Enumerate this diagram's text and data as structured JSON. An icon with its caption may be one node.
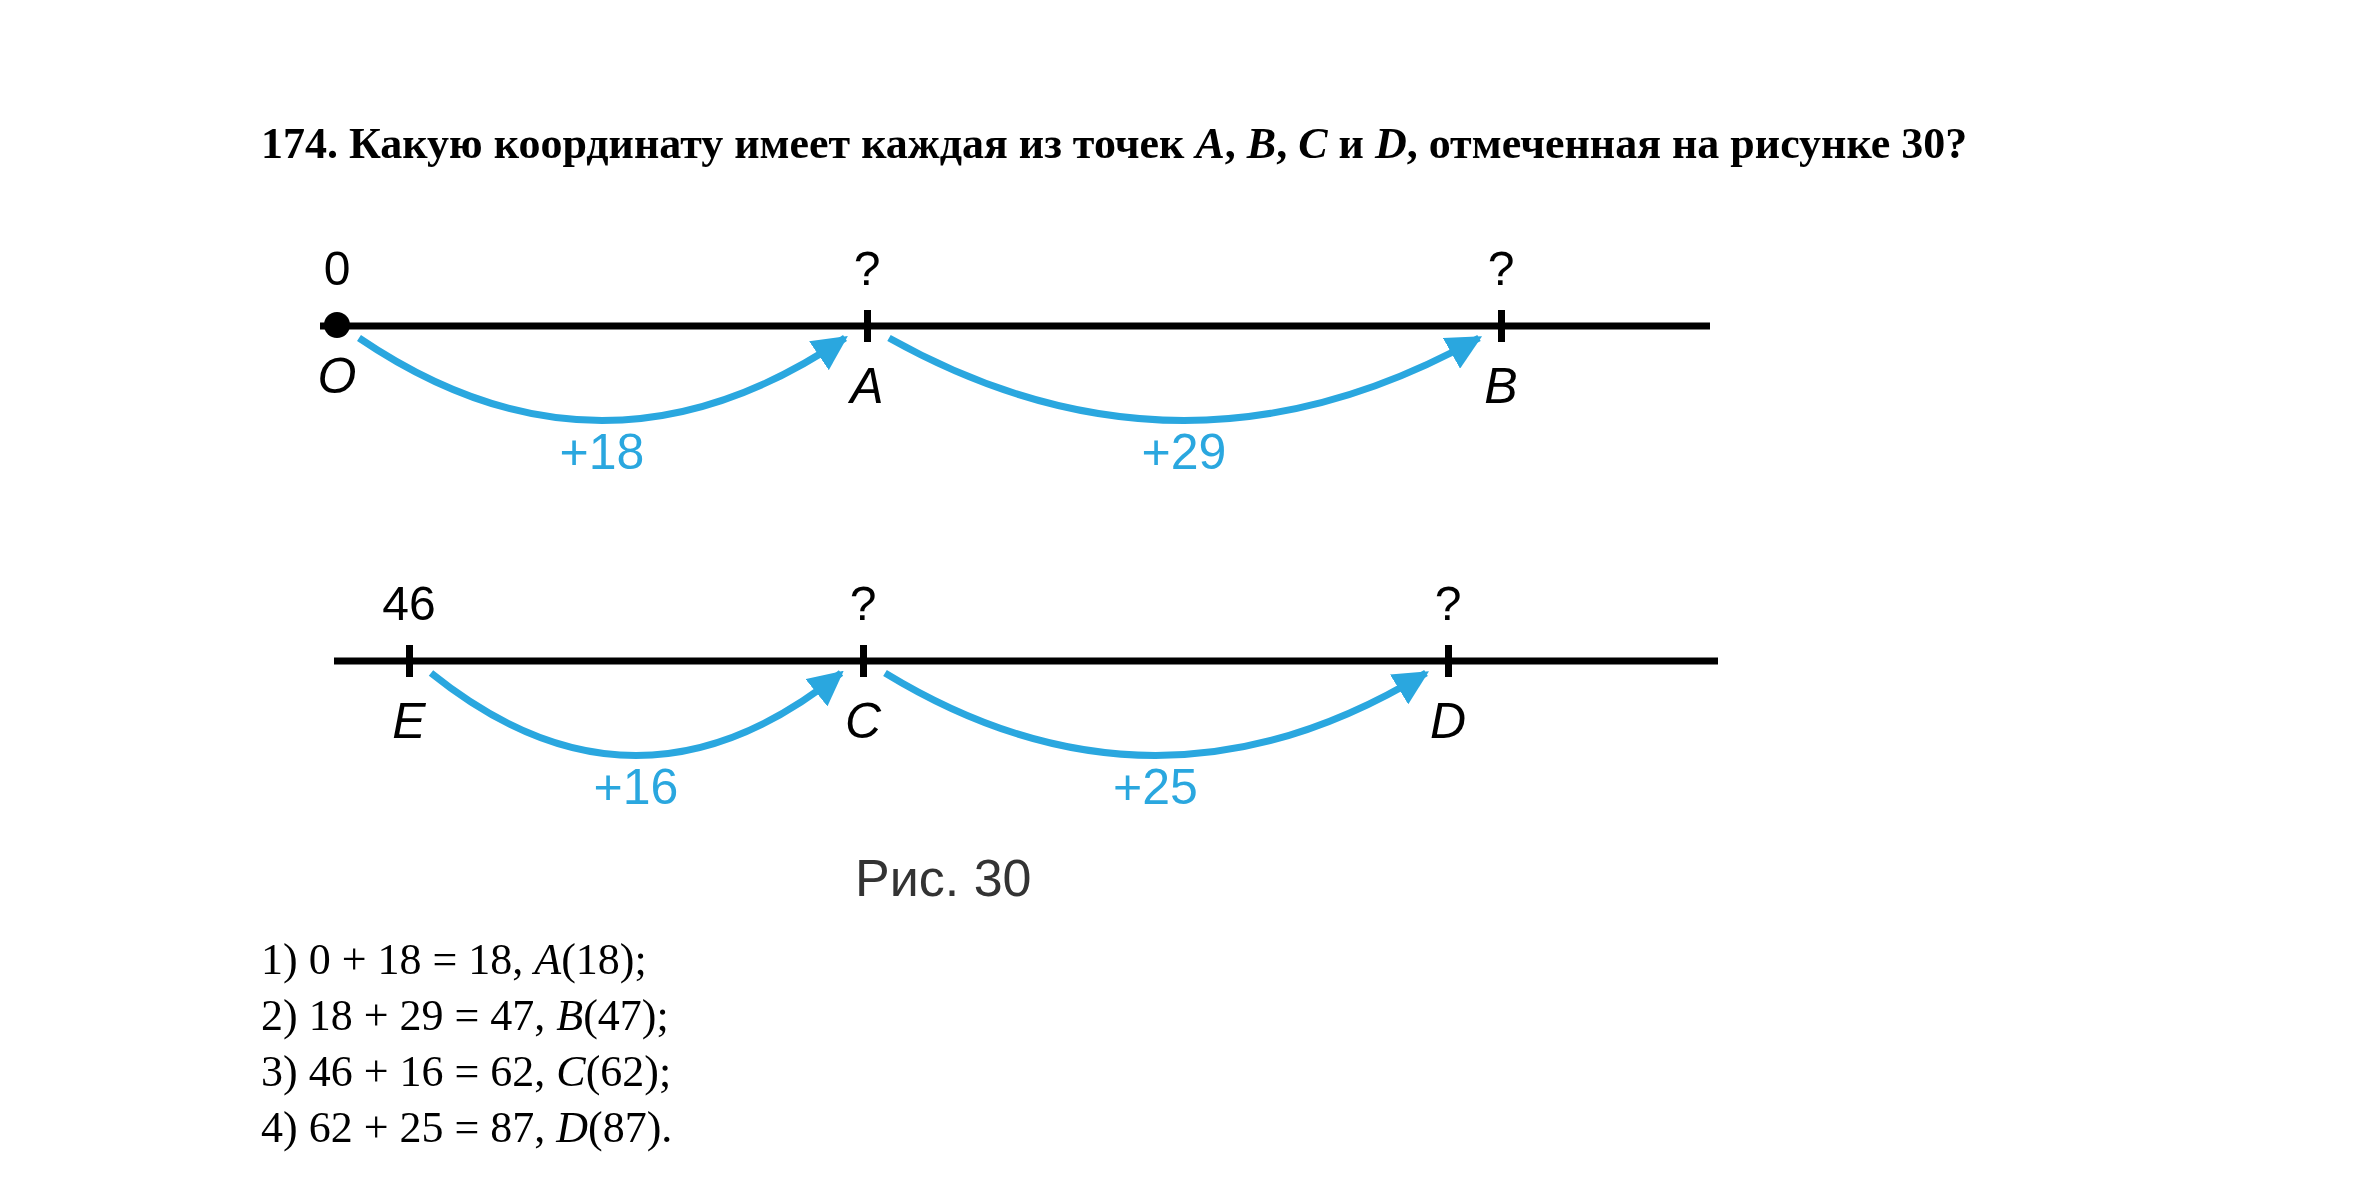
{
  "diagram": {
    "title": "174. Какую координату имеет каждая из точек *A*, *B*, *C* и *D*, отмеченная на рисунке 30?",
    "nodes": [
      {
        "text": [
          "O"
        ],
        "beside": [
          "0"
        ]
      },
      {
        "text": [
          "A"
        ],
        "beside": [
          "?"
        ]
      },
      {
        "text": [
          "B"
        ],
        "beside": [
          "?"
        ]
      },
      {
        "text": [
          "E"
        ],
        "beside": [
          "46"
        ]
      },
      {
        "text": [
          "C"
        ],
        "beside": [
          "?"
        ]
      },
      {
        "text": [
          "D"
        ],
        "beside": [
          "?"
        ]
      }
    ],
    "edges": [
      {
        "from": 0,
        "to": 1,
        "arrow": "to",
        "label": "+18"
      },
      {
        "from": 1,
        "to": 2,
        "arrow": "to",
        "label": "+29"
      },
      {
        "from": 3,
        "to": 4,
        "arrow": "to",
        "label": "+16"
      },
      {
        "from": 4,
        "to": 5,
        "arrow": "to",
        "label": "+25"
      }
    ],
    "caption": "Рис. 30",
    "labels": [
      "1) 0 + 18 = 18, *A*(18);",
      "2) 18 + 29 = 47, *B*(47);",
      "3) 46 + 16 = 62, *C*(62);",
      "4) 62 + 25 = 87, *D*(87)."
    ]
  }
}
